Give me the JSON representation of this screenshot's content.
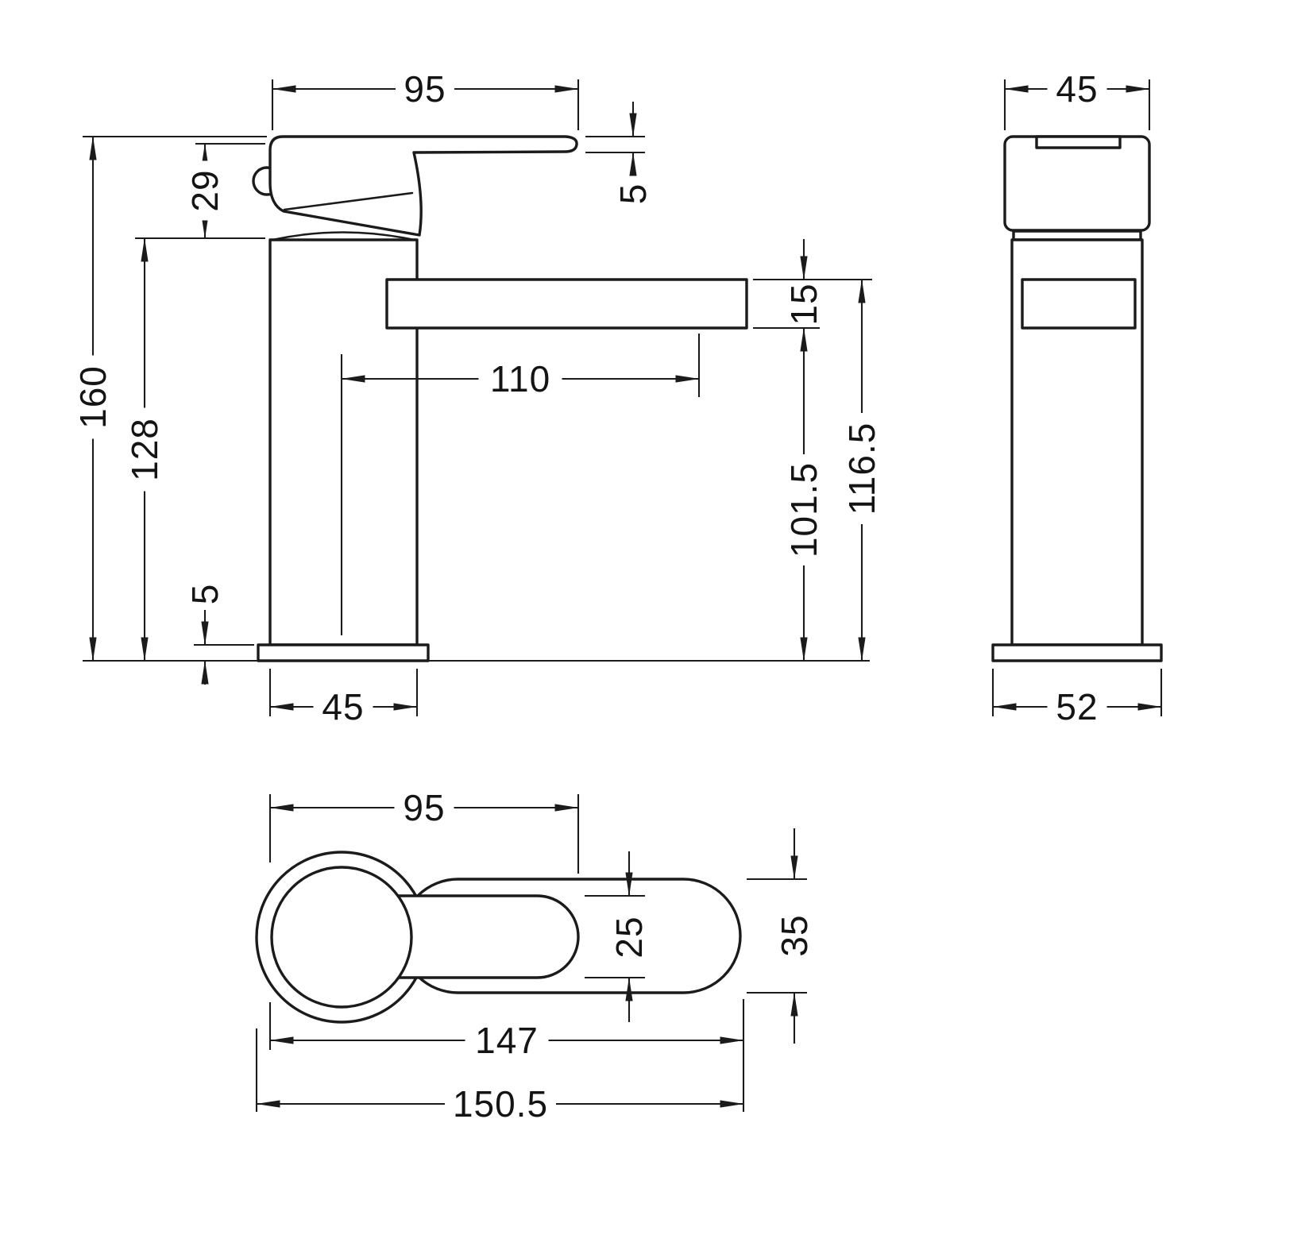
{
  "drawing": {
    "kind": "technical-dimension-drawing",
    "subject": "mono basin mixer tap",
    "units": "mm",
    "background_color": "#ffffff",
    "line_color": "#1b1b1b"
  },
  "views": {
    "side": {
      "name": "side-elevation",
      "dims": {
        "spout_top_width": "95",
        "lever_thickness": "5",
        "handle_height": "29",
        "overall_height": "160",
        "body_height": "128",
        "base_height": "5",
        "body_width": "45",
        "spout_reach": "110",
        "spout_thickness": "15",
        "spout_underside_height": "101.5",
        "spout_top_height": "116.5"
      }
    },
    "front": {
      "name": "front-elevation",
      "dims": {
        "top_width": "45",
        "base_width": "52"
      }
    },
    "plan": {
      "name": "plan-view",
      "dims": {
        "lever_length": "95",
        "lever_width": "25",
        "spout_body_width": "35",
        "reach_length": "147",
        "overall_length": "150.5"
      }
    }
  }
}
